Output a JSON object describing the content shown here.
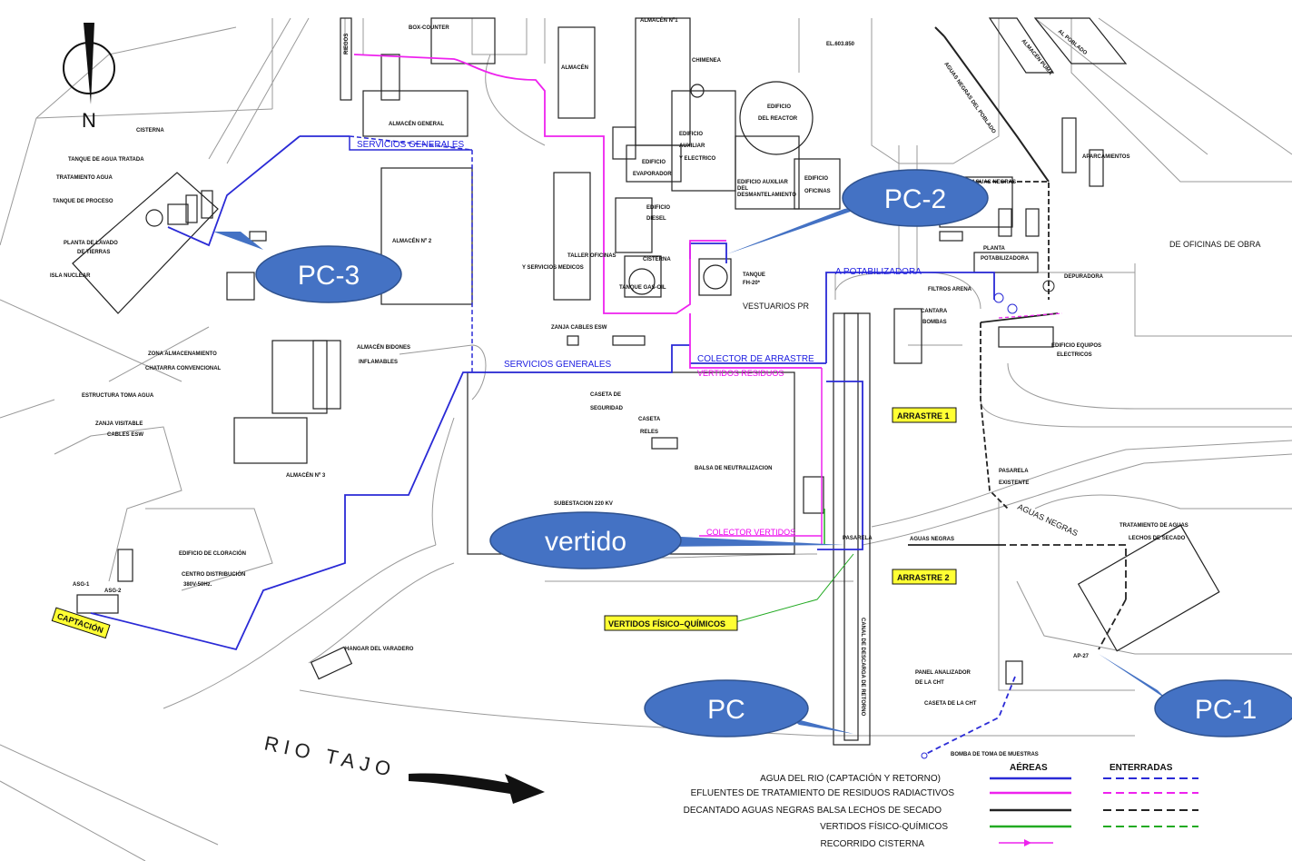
{
  "north": {
    "letter": "N"
  },
  "river": {
    "name": "RIO TAJO"
  },
  "callouts": [
    {
      "id": "pc3",
      "label": "PC-3"
    },
    {
      "id": "pc2",
      "label": "PC-2"
    },
    {
      "id": "vertido",
      "label": "vertido"
    },
    {
      "id": "pc",
      "label": "PC"
    },
    {
      "id": "pc1",
      "label": "PC-1"
    }
  ],
  "tags": {
    "arrastre1": "ARRASTRE 1",
    "arrastre2": "ARRASTRE 2",
    "vertidos_fq": "VERTIDOS FÍSICO–QUÍMICOS",
    "captacion": "CAPTACIÓN"
  },
  "route_labels": {
    "servicios_generales_1": "SERVICIOS GENERALES",
    "servicios_generales_2": "SERVICIOS GENERALES",
    "a_potabilizadora": "A POTABILIZADORA",
    "colector_arrastre": "COLECTOR DE ARRASTRE",
    "vertidos_residuos": "VERTIDOS RESIDUOS",
    "colector_vertidos": "COLECTOR VERTIDOS",
    "aguas_negras_1": "AGUAS NEGRAS",
    "aguas_negras_2": "AGUAS NEGRAS",
    "aguas_negras_3": "AGUAS NEGRAS",
    "aguas_negras_poblado": "AGUAS NEGRAS DEL POBLADO"
  },
  "labels": {
    "box_counter": "BOX-COUNTER",
    "almacen_n1": "ALMACÉN Nº1",
    "el": "EL.603.850",
    "almacen": "ALMACÉN",
    "chimenea": "CHIMENEA",
    "edificio_reactor_1": "EDIFICIO",
    "edificio_reactor_2": "DEL REACTOR",
    "riegos": "RIEGOS",
    "al_poblado": "AL POBLADO",
    "almacen_puma": "ALMACÉN PUMA",
    "almacen_general": "ALMACÉN GENERAL",
    "cisterna_1": "CISTERNA",
    "tanque_agua_tratada": "TANQUE DE AGUA TRATADA",
    "tratamiento_agua": "TRATAMIENTO AGUA",
    "tanque_proceso": "TANQUE DE PROCESO",
    "planta_lavado_1": "PLANTA DE LAVADO",
    "planta_lavado_2": "DE TIERRAS",
    "isla_nuclear": "ISLA NUCLEAR",
    "almacen_n2": "ALMACÉN Nº 2",
    "edificio_aux_1": "EDIFICIO",
    "edificio_aux_2": "AUXILIAR",
    "edificio_aux_3": "Y ELECTRICO",
    "edificio_evap_1": "EDIFICIO",
    "edificio_evap_2": "EVAPORADOR",
    "edificio_desm_1": "EDIFICIO AUXILIAR",
    "edificio_desm_2": "DEL",
    "edificio_desm_3": "DESMANTELAMIENTO",
    "edificio_ofic_1": "EDIFICIO",
    "edificio_ofic_2": "OFICINAS",
    "aparcamientos": "APARCAMIENTOS",
    "edificio_diesel_1": "EDIFICIO",
    "edificio_diesel_2": "DIESEL",
    "taller_1": "TALLER OFICINAS",
    "taller_2": "Y SERVICIOS MEDICOS",
    "cisterna_2": "CISTERNA",
    "tanque_gasoil": "TANQUE GAS-OIL",
    "tanque_fh_1": "TANQUE",
    "tanque_fh_2": "FH-20*",
    "vestuarios": "VESTUARIOS PR",
    "planta_potab_1": "PLANTA",
    "planta_potab_2": "POTABILIZADORA",
    "de_oficinas_obra": "DE OFICINAS DE OBRA",
    "depuradora": "DEPURADORA",
    "filtros_arena": "FILTROS ARENA",
    "cantara_1": "CANTARA",
    "cantara_2": "BOMBAS",
    "edificio_equipos_1": "EDIFICIO EQUIPOS",
    "edificio_equipos_2": "ELECTRICOS",
    "zanja_cables_esw": "ZANJA CABLES ESW",
    "zona_almac_1": "ZONA ALMACENAMIENTO",
    "zona_almac_2": "CHATARRA CONVENCIONAL",
    "almacen_bidones_1": "ALMACÉN BIDONES",
    "almacen_bidones_2": "INFLAMABLES",
    "estructura_toma": "ESTRUCTURA TOMA AGUA",
    "caseta_seguridad_1": "CASETA DE",
    "caseta_seguridad_2": "SEGURIDAD",
    "caseta_reles_1": "CASETA",
    "caseta_reles_2": "RELES",
    "zanja_visitable": "ZANJA VISITABLE",
    "cables_esw": "CABLES ESW",
    "almacen_n3": "ALMACÉN Nº 3",
    "balsa": "BALSA DE NEUTRALIZACION",
    "subestacion": "SUBESTACION 220 KV",
    "pasarela_existente_1": "PASARELA",
    "pasarela_existente_2": "EXISTENTE",
    "pasarela": "PASARELA",
    "tratamiento_aguas_1": "TRATAMIENTO DE AGUAS",
    "tratamiento_aguas_2": "LECHOS DE SECADO",
    "edificio_cloracion": "EDIFICIO DE CLORACIÓN",
    "centro_dist_1": "CENTRO DISTRIBUCIÓN",
    "centro_dist_2": "380V-50Hz.",
    "asg1": "ASG-1",
    "asg2": "ASG-2",
    "hangar": "HANGAR DEL VARADERO",
    "panel_1": "PANEL ANALIZADOR",
    "panel_2": "DE LA CHT",
    "caseta_cht": "CASETA DE LA CHT",
    "ap27": "AP-27",
    "bomba_toma": "BOMBA DE TOMA DE MUESTRAS",
    "canal": "CANAL DE DESCARGA DE RETORNO"
  },
  "legend": {
    "col_aereas": "AÉREAS",
    "col_enterradas": "ENTERRADAS",
    "rows": [
      {
        "label": "AGUA DEL RIO (CAPTACIÓN Y RETORNO)",
        "color": "#2a2ad6"
      },
      {
        "label": "EFLUENTES DE TRATAMIENTO DE RESIDUOS RADIACTIVOS",
        "color": "#ee22ee"
      },
      {
        "label": "DECANTADO AGUAS NEGRAS BALSA LECHOS DE SECADO",
        "color": "#222222"
      },
      {
        "label": "VERTIDOS FÍSICO-QUÍMICOS",
        "color": "#22aa22"
      },
      {
        "label": "RECORRIDO CISTERNA",
        "color": "#ee22ee"
      }
    ]
  },
  "colors": {
    "callout": "#4472c4",
    "callout_border": "#2f528f",
    "tag": "#ffff33",
    "water_line": "#2a2ad6",
    "radwaste_line": "#ee22ee"
  }
}
